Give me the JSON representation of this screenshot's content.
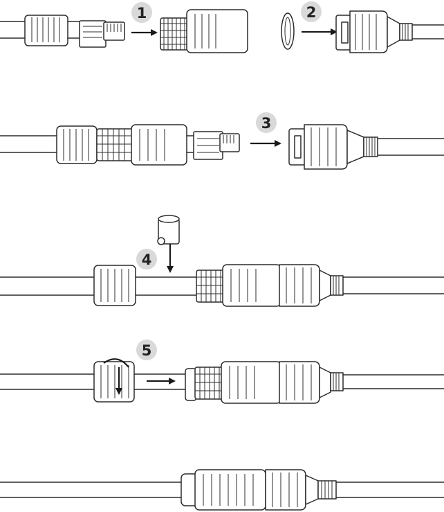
{
  "steps": [
    {
      "number": "1"
    },
    {
      "number": "2"
    },
    {
      "number": "3"
    },
    {
      "number": "4"
    },
    {
      "number": "5"
    }
  ],
  "colors": {
    "line": "#2b2b2b",
    "badge": "#d9d9d9",
    "background": "#ffffff"
  }
}
